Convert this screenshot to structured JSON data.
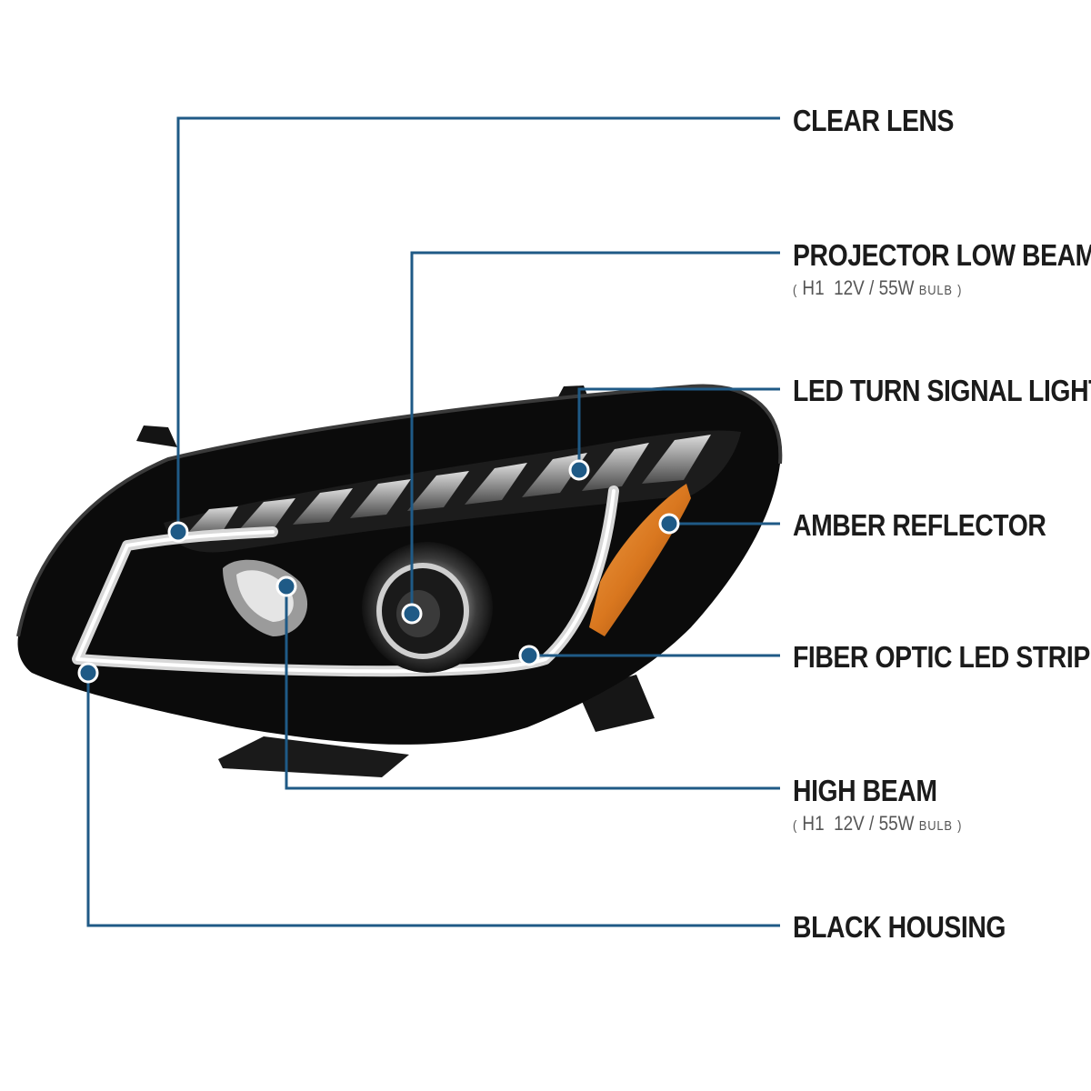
{
  "colors": {
    "leader_line": "#1f5a86",
    "dot": "#1f5a86",
    "housing": "#0a0a0a",
    "amber": "#d9771f"
  },
  "callouts": {
    "clear_lens": {
      "title": "CLEAR LENS"
    },
    "projector_low_beam": {
      "title": "PROJECTOR LOW BEAM",
      "spec_open": "(",
      "spec_bulb": "H1",
      "spec_rating": "12V / 55W",
      "spec_unit": "BULB",
      "spec_close": ")"
    },
    "led_turn_signal": {
      "title": "LED TURN SIGNAL LIGHT"
    },
    "amber_reflector": {
      "title": "AMBER REFLECTOR"
    },
    "fiber_optic_led_strip": {
      "title": "FIBER OPTIC LED STRIP"
    },
    "high_beam": {
      "title": "HIGH BEAM",
      "spec_open": "(",
      "spec_bulb": "H1",
      "spec_rating": "12V / 55W",
      "spec_unit": "BULB",
      "spec_close": ")"
    },
    "black_housing": {
      "title": "BLACK HOUSING"
    }
  }
}
